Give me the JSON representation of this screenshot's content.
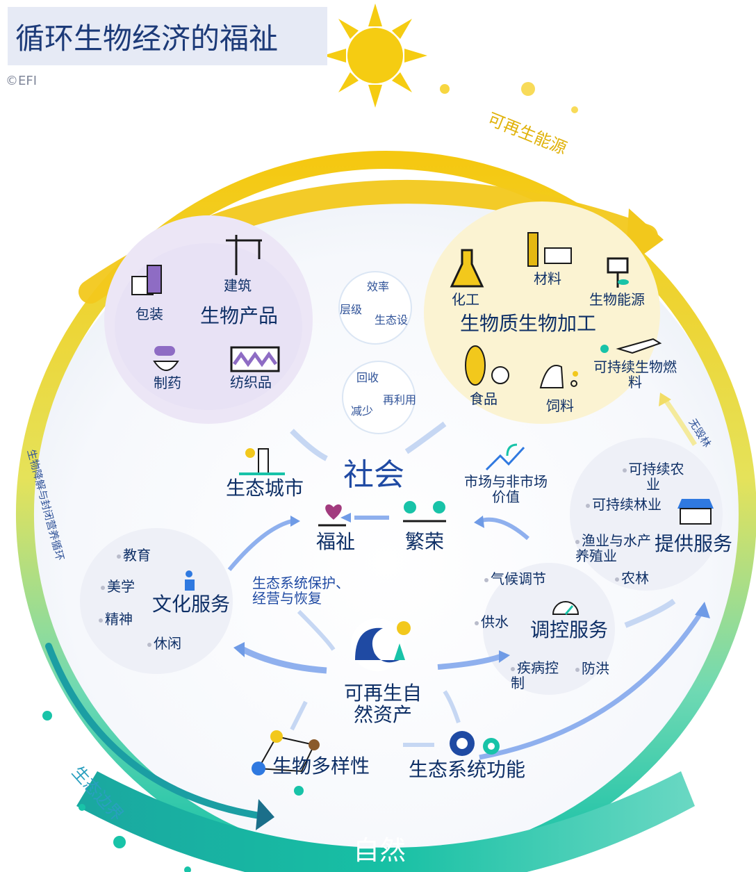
{
  "title": "循环生物经济的福祉",
  "copyright": "©EFI",
  "outer": {
    "renewable_energy": "可再生能源",
    "biodegradation": "生物降解与封闭营养循环",
    "ecological_boundary": "生态边界",
    "nature": "自然",
    "no_deforestation": "无毁林"
  },
  "bio_products": {
    "title": "生物产品",
    "items": [
      "建筑",
      "包装",
      "制药",
      "纺织品"
    ]
  },
  "biomass_processing": {
    "title": "生物质生物加工",
    "items": [
      "化工",
      "材料",
      "生物能源",
      "食品",
      "饲料",
      "可持续生物燃料"
    ]
  },
  "principles_top": [
    "效率",
    "层级",
    "生态设"
  ],
  "principles_mid": [
    "回收",
    "再利用",
    "减少"
  ],
  "society": {
    "title": "社会",
    "eco_city": "生态城市",
    "wellbeing": "福祉",
    "prosperity": "繁荣",
    "market_value": "市场与非市场价值"
  },
  "cultural": {
    "title": "文化服务",
    "items": [
      "教育",
      "美学",
      "精神",
      "休闲"
    ]
  },
  "provisioning": {
    "title": "提供服务",
    "items": [
      "可持续农业",
      "可持续林业",
      "渔业与水产养殖业",
      "农林"
    ]
  },
  "regulating": {
    "title": "调控服务",
    "items": [
      "气候调节",
      "供水",
      "疾病控制",
      "防洪"
    ]
  },
  "ecosystem_protection": "生态系统保护、经营与恢复",
  "natural_capital": "可再生自然资产",
  "biodiversity": "生物多样性",
  "ecosystem_function": "生态系统功能",
  "colors": {
    "yellow": "#f2c81c",
    "green": "#18c3a8",
    "navy": "#0e2f66",
    "purple_bg": "#ece6f6",
    "yellow_bg": "#fbf3d2"
  }
}
